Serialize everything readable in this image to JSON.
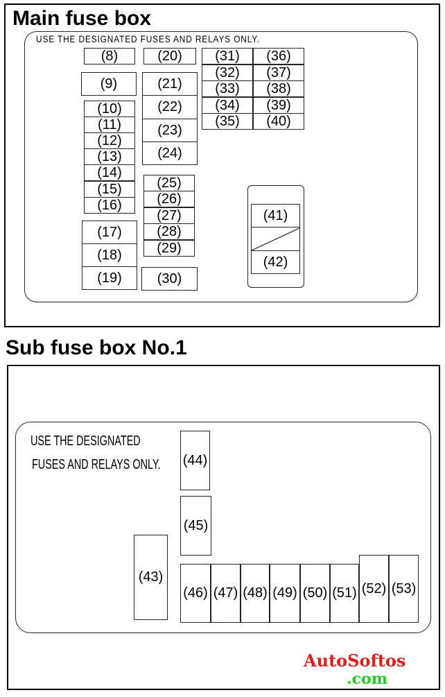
{
  "main": {
    "title": "Main fuse box",
    "note": "USE THE DESIGNATED FUSES AND RELAYS ONLY.",
    "fuses": [
      "(8)",
      "(20)",
      "(31)",
      "(32)",
      "(33)",
      "(34)",
      "(35)",
      "(36)",
      "(37)",
      "(38)",
      "(39)",
      "(40)",
      "(9)",
      "(21)",
      "(10)",
      "(11)",
      "(12)",
      "(13)",
      "(14)",
      "(15)",
      "(16)",
      "(22)",
      "(23)",
      "(24)",
      "(25)",
      "(26)",
      "(27)",
      "(28)",
      "(29)",
      "(17)",
      "(18)",
      "(19)",
      "(30)"
    ],
    "relay": [
      "(41)",
      "(42)"
    ]
  },
  "sub": {
    "title": "Sub fuse box No.1",
    "note_line1": "USE THE DESIGNATED",
    "note_line2": "FUSES AND RELAYS ONLY.",
    "fuses": [
      "(44)",
      "(45)",
      "(43)",
      "(46)",
      "(47)",
      "(48)",
      "(49)",
      "(50)",
      "(51)",
      "(52)",
      "(53)"
    ]
  },
  "watermark": {
    "name": "AutoSoftos",
    "tld": ".com"
  }
}
